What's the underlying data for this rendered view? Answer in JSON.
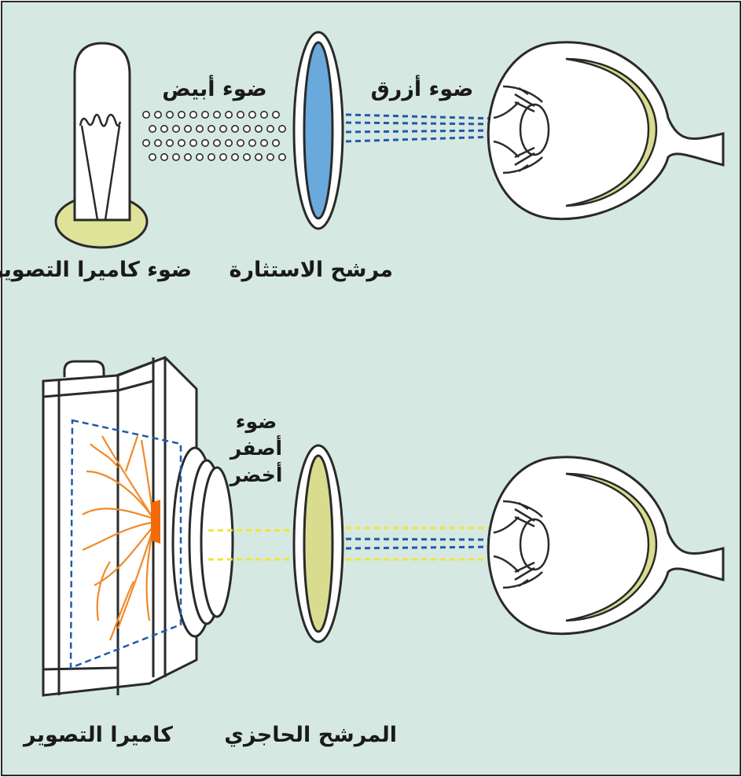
{
  "labels": {
    "white_light": "ضوء أبيض",
    "blue_light": "ضوء أزرق",
    "flash_light": "ضوء كاميرا التصوير",
    "exciter_filter": "مرشح الاستثارة",
    "yellow_green_light": [
      "ضوء",
      "أصفر",
      "أخضر"
    ],
    "camera": "كاميرا التصوير",
    "barrier_filter": "المرشح الحاجزي"
  },
  "colors": {
    "background": "#d6e8e2",
    "outline": "#2a2a2a",
    "blue_filter": "#6aa9dc",
    "yellow_filter": "#d9dc8e",
    "bulb_base": "#dfe39a",
    "retina": "#d9dc8e",
    "blue_ray": "#1f5ba8",
    "yellow_ray": "#f2e531",
    "retinal_vessels": "#f08a2a",
    "optic_disc": "#f26a0a"
  },
  "icons": [
    "light-bulb-icon",
    "eye-icon",
    "fundus-camera-icon"
  ]
}
